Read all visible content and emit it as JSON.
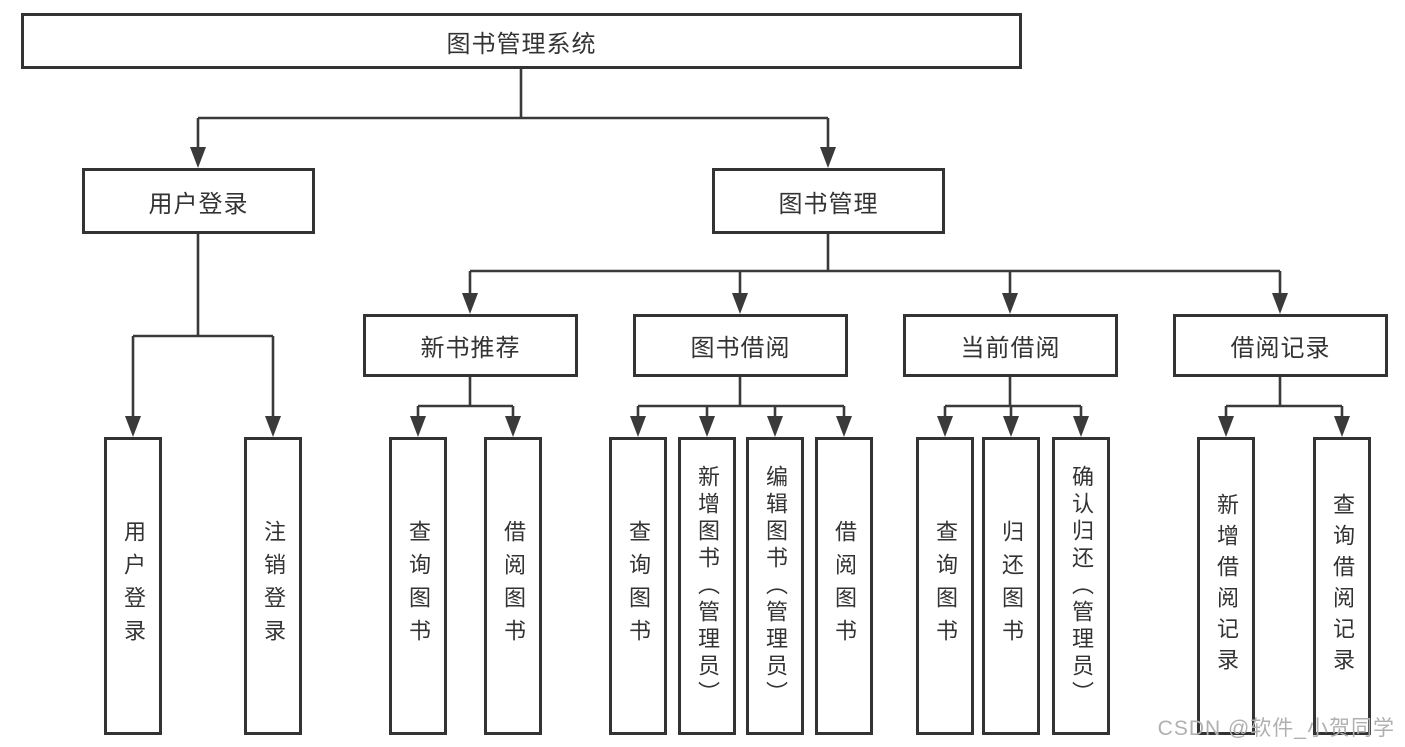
{
  "colors": {
    "line": "#3a3a3a",
    "border": "#333333",
    "text": "#333333",
    "watermark": "#b0b0b0",
    "background": "#ffffff"
  },
  "watermark": "CSDN @软件_小贺同学",
  "tree": {
    "root": "图书管理系统",
    "branches": [
      {
        "label": "用户登录",
        "children": [
          "用户登录",
          "注销登录"
        ]
      },
      {
        "label": "图书管理",
        "groups": [
          {
            "label": "新书推荐",
            "children": [
              "查询图书",
              "借阅图书"
            ]
          },
          {
            "label": "图书借阅",
            "children": [
              "查询图书",
              "新增图书（管理员）",
              "编辑图书（管理员）",
              "借阅图书"
            ]
          },
          {
            "label": "当前借阅",
            "children": [
              "查询图书",
              "归还图书",
              "确认归还（管理员）"
            ]
          },
          {
            "label": "借阅记录",
            "children": [
              "新增借阅记录",
              "查询借阅记录"
            ]
          }
        ]
      }
    ]
  }
}
